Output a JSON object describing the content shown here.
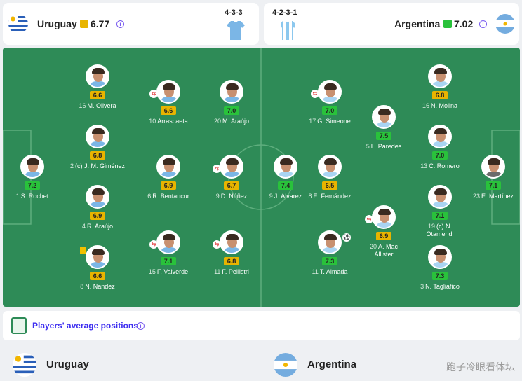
{
  "home": {
    "name": "Uruguay",
    "rating": "6.77",
    "rating_color": "#e8b400",
    "formation": "4-3-3",
    "shirt_color": "#7bb6e6",
    "flag": "uruguay-flag"
  },
  "away": {
    "name": "Argentina",
    "rating": "7.02",
    "rating_color": "#29c23b",
    "formation": "4-2-3-1",
    "shirt_color": "#a9d4f2",
    "flag": "argentina-flag"
  },
  "home_players": [
    {
      "num": "1",
      "name": "S. Rochet",
      "rating": "7.2",
      "color": "g"
    },
    {
      "num": "16",
      "name": "M. Olivera",
      "rating": "6.6",
      "color": "y"
    },
    {
      "num": "2",
      "name": "(c) J. M. Giménez",
      "rating": "6.8",
      "color": "y"
    },
    {
      "num": "4",
      "name": "R. Araújo",
      "rating": "6.9",
      "color": "y"
    },
    {
      "num": "8",
      "name": "N. Nandez",
      "rating": "6.6",
      "color": "y"
    },
    {
      "num": "10",
      "name": "Arrascaeta",
      "rating": "6.6",
      "color": "y"
    },
    {
      "num": "6",
      "name": "R. Bentancur",
      "rating": "6.9",
      "color": "y"
    },
    {
      "num": "15",
      "name": "F. Valverde",
      "rating": "7.1",
      "color": "g"
    },
    {
      "num": "20",
      "name": "M. Araújo",
      "rating": "7.0",
      "color": "g"
    },
    {
      "num": "9",
      "name": "D. Núñez",
      "rating": "6.7",
      "color": "y"
    },
    {
      "num": "11",
      "name": "F. Pellistri",
      "rating": "6.8",
      "color": "y"
    }
  ],
  "away_players": [
    {
      "num": "9",
      "name": "J. Álvarez",
      "rating": "7.4",
      "color": "g"
    },
    {
      "num": "17",
      "name": "G. Simeone",
      "rating": "7.0",
      "color": "g"
    },
    {
      "num": "8",
      "name": "E. Fernández",
      "rating": "6.5",
      "color": "y"
    },
    {
      "num": "11",
      "name": "T. Almada",
      "rating": "7.3",
      "color": "g"
    },
    {
      "num": "5",
      "name": "L. Paredes",
      "rating": "7.5",
      "color": "g"
    },
    {
      "num": "20",
      "name": "A. Mac Allister",
      "rating": "6.9",
      "color": "y"
    },
    {
      "num": "16",
      "name": "N. Molina",
      "rating": "6.8",
      "color": "y"
    },
    {
      "num": "13",
      "name": "C. Romero",
      "rating": "7.0",
      "color": "g"
    },
    {
      "num": "19",
      "name": "(c) N. Otamendi",
      "rating": "7.1",
      "color": "g"
    },
    {
      "num": "3",
      "name": "N. Tagliafico",
      "rating": "7.3",
      "color": "g"
    },
    {
      "num": "23",
      "name": "E. Martínez",
      "rating": "7.1",
      "color": "g"
    }
  ],
  "avg_positions_label": "Players' average positions",
  "footer": {
    "home": "Uruguay",
    "away": "Argentina"
  },
  "watermark": "跑子冷眼看体坛",
  "info_icon": "info-icon",
  "colors": {
    "pitch": "#2e8b57",
    "accent": "#3d2ef0"
  }
}
